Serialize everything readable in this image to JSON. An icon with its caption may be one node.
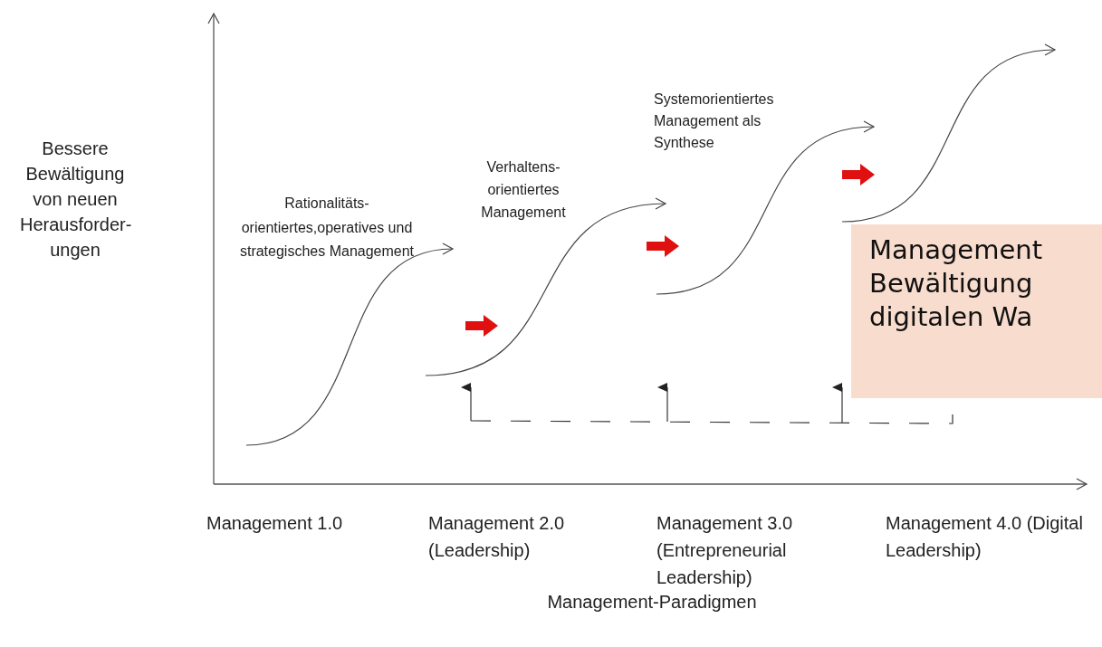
{
  "diagram": {
    "labels": [
      "Bessere Bewältigung von neuen Herausforder- ungen",
      "Rationalitäts- orientiertes,operatives und strategisches Management",
      "Verhaltens- orientiertes Management",
      "Systemorientiertes Management als Synthese",
      "Management Bewältigung digitalen Wa",
      "Management 1.0",
      "Management 2.0 (Leadership)",
      "Management 3.0 (Entrepreneurial Leadership)",
      "Management 4.0 (Digital Leadership)",
      "Management-Paradigmen"
    ]
  }
}
